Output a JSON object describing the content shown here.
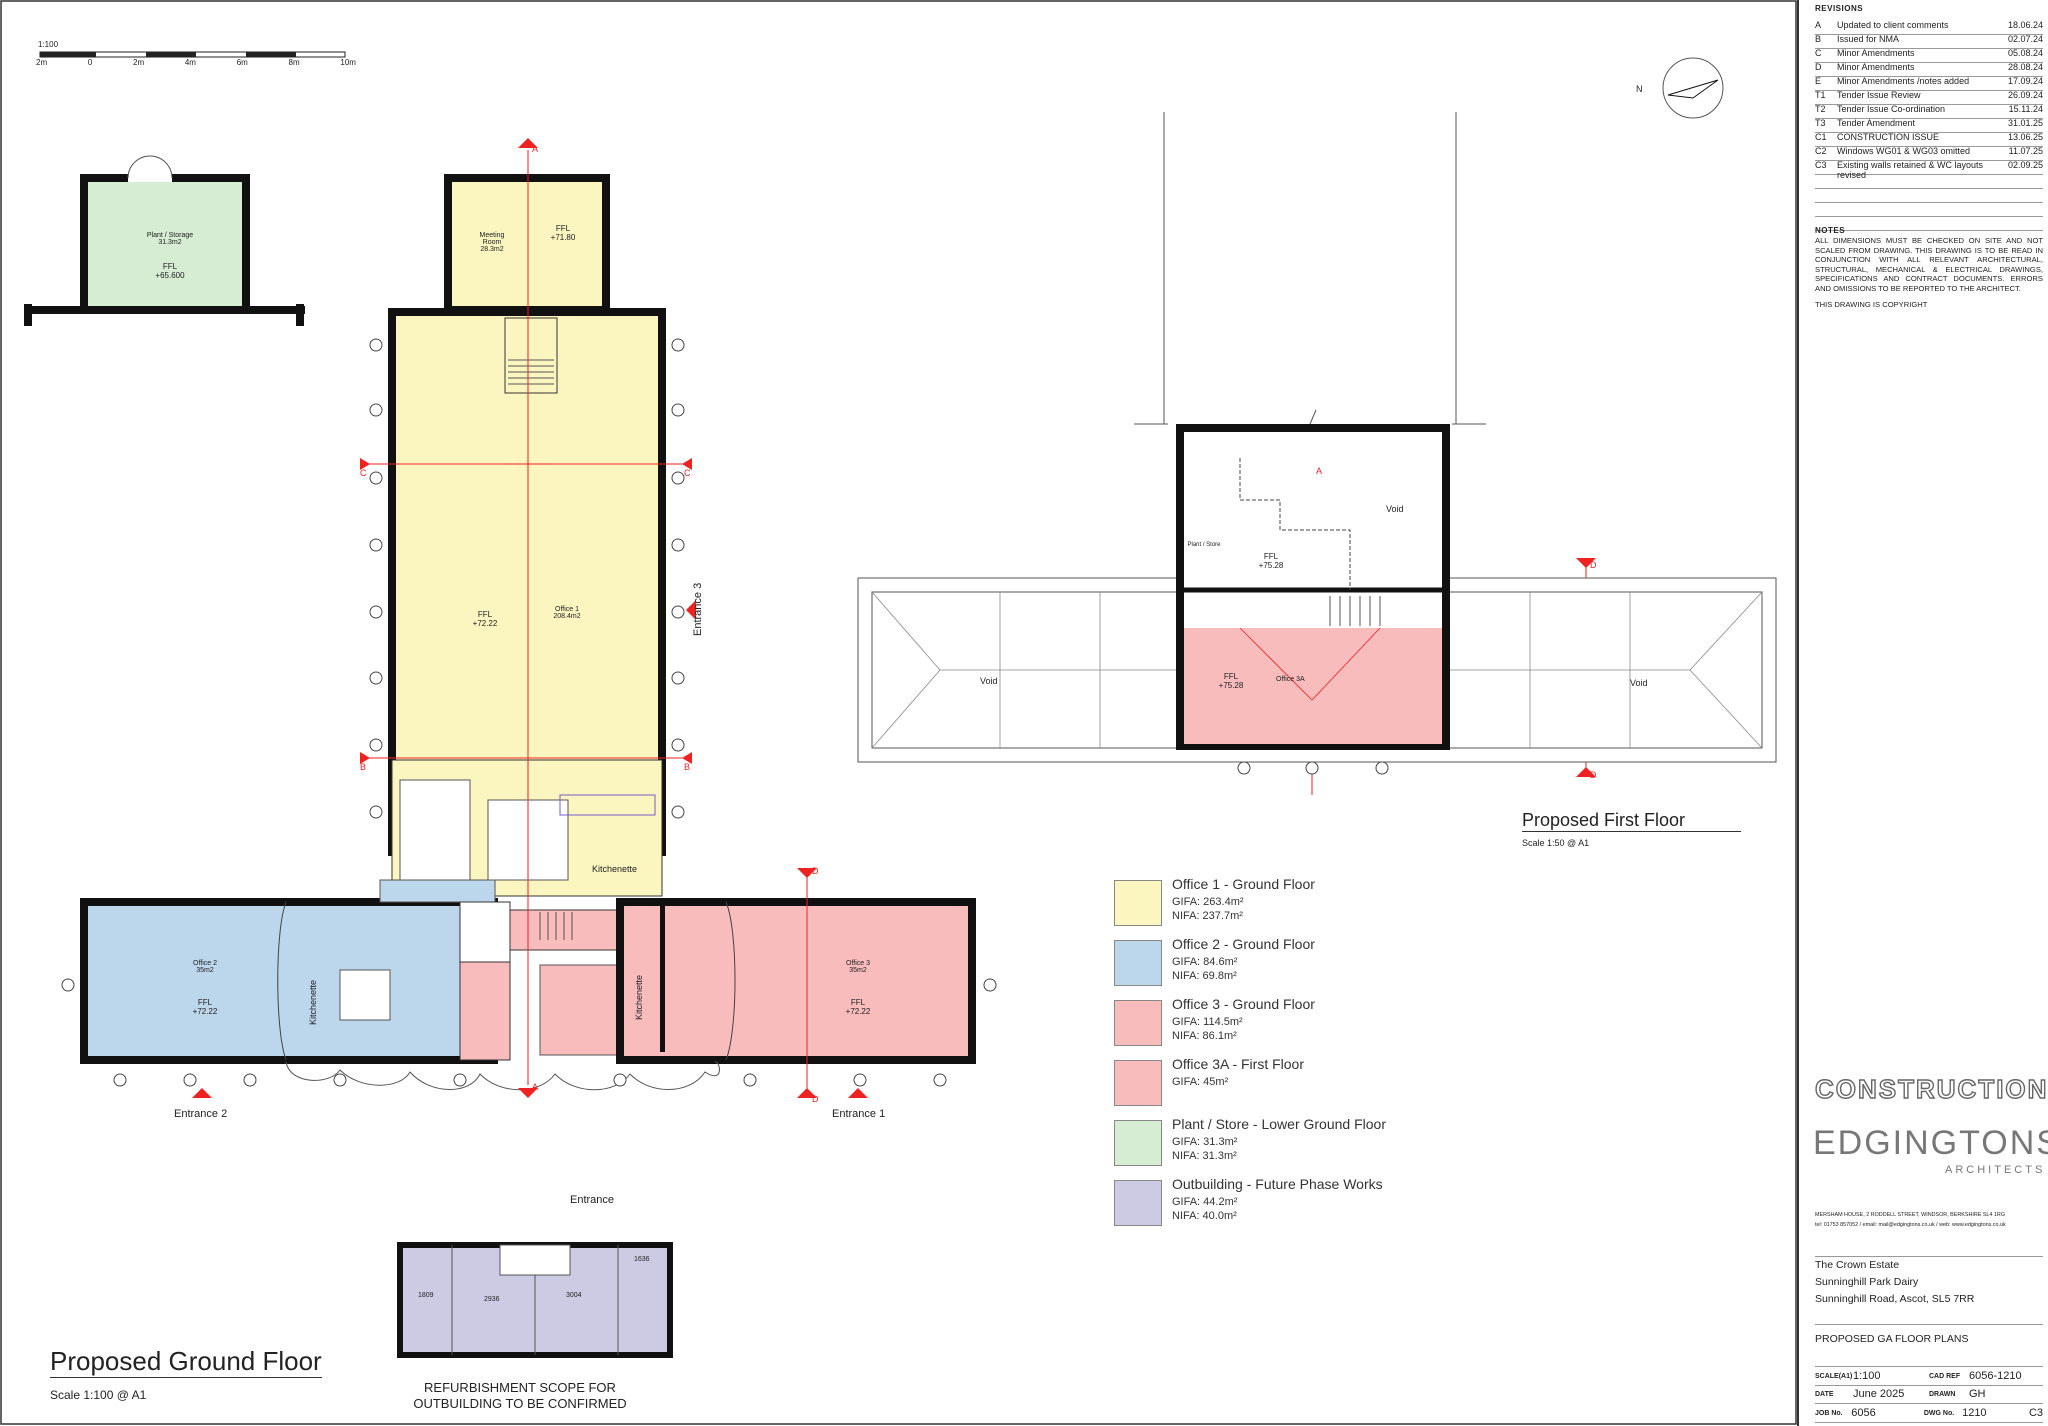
{
  "drawing": {
    "ground_floor_title": "Proposed Ground Floor",
    "ground_floor_scale": "Scale 1:100 @ A1",
    "first_floor_title": "Proposed First Floor",
    "first_floor_scale": "Scale 1:50 @ A1",
    "scale_bar_label": "1:100",
    "scale_bar_ticks": [
      "2m",
      "0",
      "2m",
      "4m",
      "6m",
      "8m",
      "10m"
    ],
    "outbuilding_note_line1": "REFURBISHMENT SCOPE FOR",
    "outbuilding_note_line2": "OUTBUILDING TO BE CONFIRMED",
    "outbuilding_entrance": "Entrance",
    "entrance_1": "Entrance 1",
    "entrance_2": "Entrance 2",
    "entrance_3": "Entrance 3",
    "kitchenette": "Kitchenette",
    "void": "Void",
    "ffl": "FFL",
    "ffl_office1": "+72.22",
    "ffl_meeting": "+71.80",
    "ffl_office2": "+72.22",
    "ffl_office3": "+72.22",
    "ffl_plant": "+65.600",
    "ffl_first_floor": "+75.28",
    "ffl_store": "+75.28",
    "room_office1": "Office 1",
    "room_office1_area": "208.4m2",
    "room_meeting": "Meeting Room",
    "room_meeting_area": "28.3m2",
    "room_office2": "Office 2",
    "room_office2_area": "35m2",
    "room_office3": "Office 3",
    "room_office3_area": "35m2",
    "room_office3a": "Office 3A",
    "room_plant": "Plant / Storage",
    "room_plant_area": "31.3m2",
    "room_store": "Plant / Store",
    "section_a": "A",
    "section_b": "B",
    "section_c": "C",
    "section_d": "D",
    "outbuilding_dims": [
      "1809",
      "2936",
      "3004",
      "1636"
    ],
    "compass_n": "N"
  },
  "legend": [
    {
      "title": "Office 1 - Ground Floor",
      "gifa": "GIFA: 263.4m²",
      "nifa": "NIFA: 237.7m²",
      "color": "#fbf6c0"
    },
    {
      "title": "Office 2 - Ground Floor",
      "gifa": "GIFA: 84.6m²",
      "nifa": "NIFA: 69.8m²",
      "color": "#bcd6ec"
    },
    {
      "title": "Office 3 - Ground Floor",
      "gifa": "GIFA: 114.5m²",
      "nifa": "NIFA: 86.1m²",
      "color": "#f8bcbd"
    },
    {
      "title": "Office 3A - First Floor",
      "gifa": "GIFA: 45m²",
      "nifa": "",
      "color": "#f8bcbd"
    },
    {
      "title": "Plant / Store - Lower Ground Floor",
      "gifa": "GIFA: 31.3m²",
      "nifa": "NIFA: 31.3m²",
      "color": "#d6ecd3"
    },
    {
      "title": "Outbuilding - Future Phase Works",
      "gifa": "GIFA: 44.2m²",
      "nifa": "NIFA: 40.0m²",
      "color": "#cdcbe4"
    }
  ],
  "title_block": {
    "revisions_header": "REVISIONS",
    "revisions": [
      {
        "code": "A",
        "desc": "Updated to client comments",
        "date": "18.06.24"
      },
      {
        "code": "B",
        "desc": "Issued for NMA",
        "date": "02.07.24"
      },
      {
        "code": "C",
        "desc": "Minor Amendments",
        "date": "05.08.24"
      },
      {
        "code": "D",
        "desc": "Minor Amendments",
        "date": "28.08.24"
      },
      {
        "code": "E",
        "desc": "Minor Amendments /notes added",
        "date": "17.09.24"
      },
      {
        "code": "T1",
        "desc": "Tender Issue Review",
        "date": "26.09.24"
      },
      {
        "code": "T2",
        "desc": "Tender Issue Co-ordination",
        "date": "15.11.24"
      },
      {
        "code": "T3",
        "desc": "Tender Amendment",
        "date": "31.01.25"
      },
      {
        "code": "C1",
        "desc": "CONSTRUCTION ISSUE",
        "date": "13.06.25"
      },
      {
        "code": "C2",
        "desc": "Windows WG01 & WG03 omitted",
        "date": "11.07.25"
      },
      {
        "code": "C3",
        "desc": "Existing walls retained & WC layouts revised",
        "date": "02.09.25"
      }
    ],
    "notes_header": "NOTES",
    "notes_text": "ALL DIMENSIONS MUST BE CHECKED ON SITE AND NOT SCALED FROM DRAWING. THIS DRAWING IS TO BE READ IN CONJUNCTION WITH ALL RELEVANT ARCHITECTURAL, STRUCTURAL, MECHANICAL & ELECTRICAL DRAWINGS, SPECIFICATIONS AND CONTRACT DOCUMENTS. ERRORS AND OMISSIONS TO BE REPORTED TO THE ARCHITECT.",
    "copyright": "THIS DRAWING IS COPYRIGHT",
    "status": "CONSTRUCTION",
    "firm_name": "EDGINGTONS",
    "firm_sub": "ARCHITECTS",
    "firm_address": "MERSHAM HOUSE, 2 RODDELL STREET, WINDSOR, BERKSHIRE SL4 1RG",
    "firm_contact": "tel: 01753 857052 / email: mail@edgingtons.co.uk / web: www.edgingtons.co.uk",
    "client": "The Crown Estate",
    "project": "Sunninghill Park Dairy",
    "address": "Sunninghill Road, Ascot, SL5 7RR",
    "drawing_title": "PROPOSED GA FLOOR PLANS",
    "scale_k": "SCALE(A1)",
    "scale_v": "1:100",
    "cad_k": "CAD REF",
    "cad_v": "6056-1210",
    "date_k": "DATE",
    "date_v": "June 2025",
    "drawn_k": "DRAWN",
    "drawn_v": "GH",
    "job_k": "JOB No.",
    "job_v": "6056",
    "dwg_k": "DWG No.",
    "dwg_v": "1210",
    "rev_v": "C3"
  }
}
